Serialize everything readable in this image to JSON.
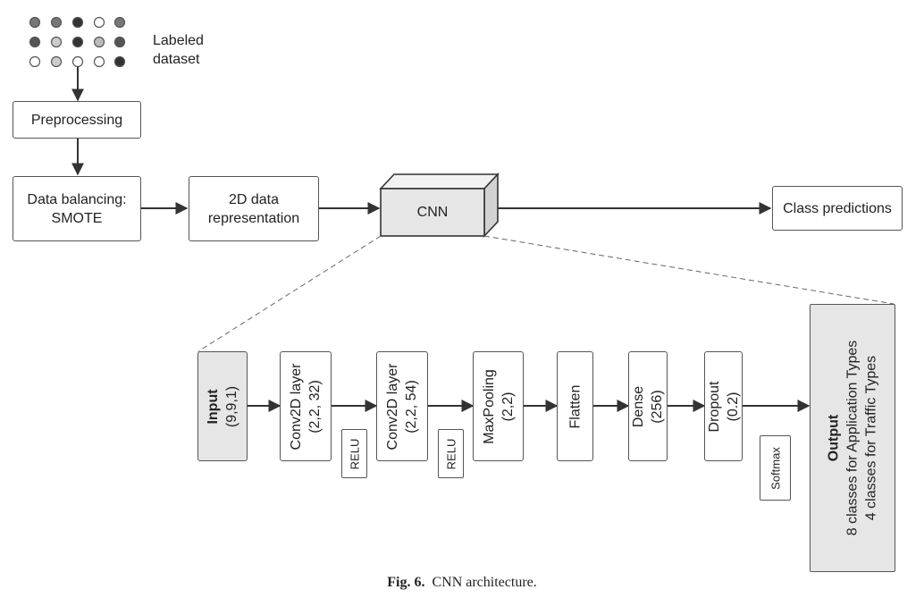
{
  "top": {
    "dataset_label_line1": "Labeled",
    "dataset_label_line2": "dataset",
    "preprocessing": "Preprocessing",
    "balancing_line1": "Data balancing:",
    "balancing_line2": "SMOTE",
    "representation_line1": "2D data",
    "representation_line2": "representation",
    "cnn": "CNN",
    "predictions": "Class predictions"
  },
  "layers": {
    "input_title": "Input",
    "input_shape": "(9,9,1)",
    "conv1_title": "Conv2D layer",
    "conv1_params": "(2,2, 32)",
    "relu1": "RELU",
    "conv2_title": "Conv2D layer",
    "conv2_params": "(2,2, 54)",
    "relu2": "RELU",
    "pool_title": "MaxPooling",
    "pool_params": "(2,2)",
    "flatten": "Flatten",
    "dense_title": "Dense",
    "dense_params": "(256)",
    "dropout_title": "Dropout",
    "dropout_params": "(0.2)",
    "softmax": "Softmax",
    "output_title": "Output",
    "output_line1": "8 classes for Application Types",
    "output_line2": "4 classes for Traffic Types"
  },
  "caption": {
    "fig": "Fig. 6.",
    "text": "CNN architecture."
  },
  "colors": {
    "dot_dark": "#333333",
    "dot_mid": "#777777",
    "dot_light": "#bbbbbb",
    "dot_white": "#ffffff",
    "shaded_fill": "#e6e6e6"
  }
}
